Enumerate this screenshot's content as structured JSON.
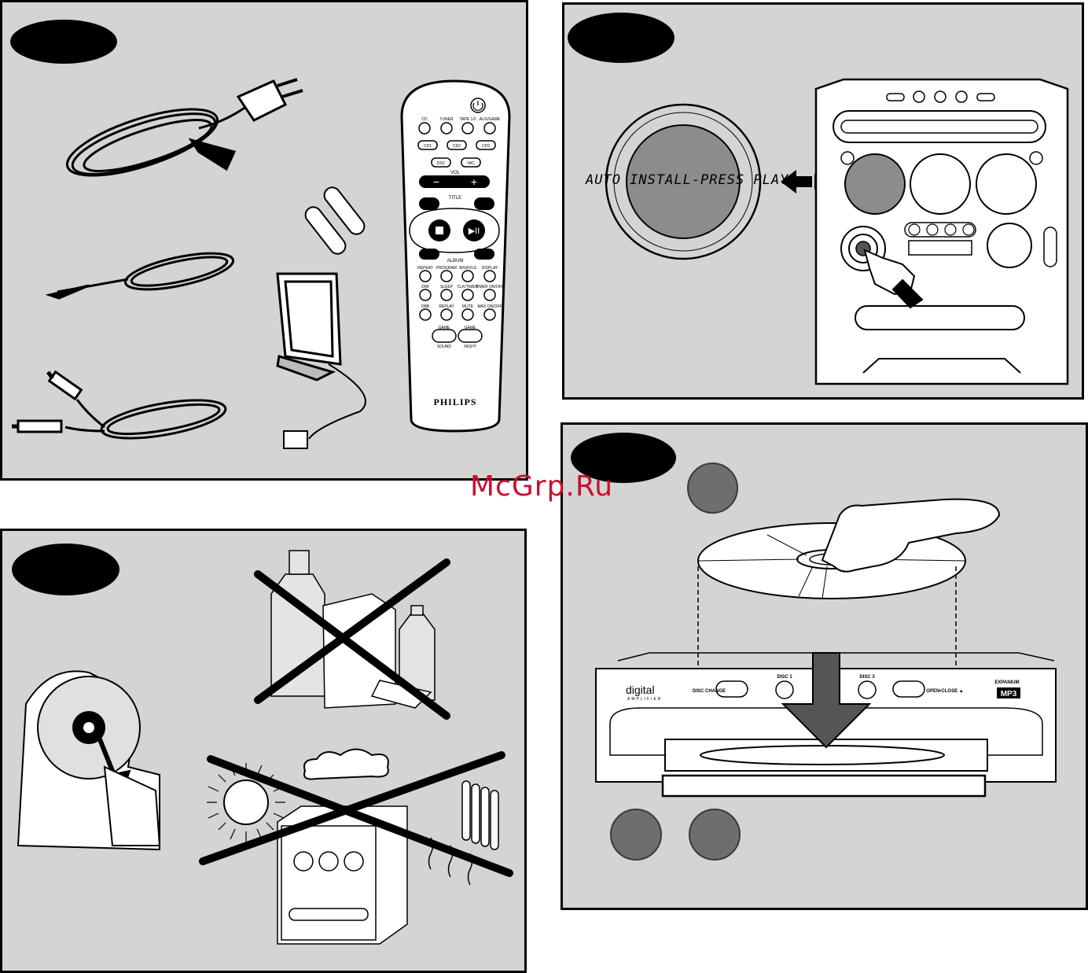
{
  "watermark": "McGrp.Ru",
  "remote": {
    "source_buttons": [
      "CD",
      "TUNER",
      "TAPE 1/2",
      "AUX/GAME"
    ],
    "disc_buttons": [
      "CD1",
      "CD2",
      "CD3"
    ],
    "dsc_label": "DSC",
    "vac_label": "VAC",
    "vol_label": "VOL",
    "title_label": "TITLE",
    "album_label": "ALBUM",
    "row1": [
      "REPEAT",
      "PROGRAM",
      "SHUFFLE",
      "DISPLAY"
    ],
    "row2": [
      "DIM",
      "SLEEP",
      "CLK/TIMER",
      "TIMER ON/OFF"
    ],
    "row3": [
      "DBB",
      "REPLAY",
      "MUTE",
      "MAX ON/OFF"
    ],
    "game_label": "GAME",
    "sound_label": "SOUND",
    "night_label": "NIGHT",
    "brand": "PHILIPS"
  },
  "display_text": "AUTO INSTALL-PRESS PLAY",
  "front_panel": {
    "logo": "digital",
    "logo_sub": "AMPLIFIER",
    "disc_change": "DISC CHANGE",
    "disc1": "DISC 1",
    "disc3": "DISC 3",
    "open_close": "OPEN•CLOSE ▲",
    "expanium": "EXPANIUM",
    "mp3": "MP3"
  }
}
